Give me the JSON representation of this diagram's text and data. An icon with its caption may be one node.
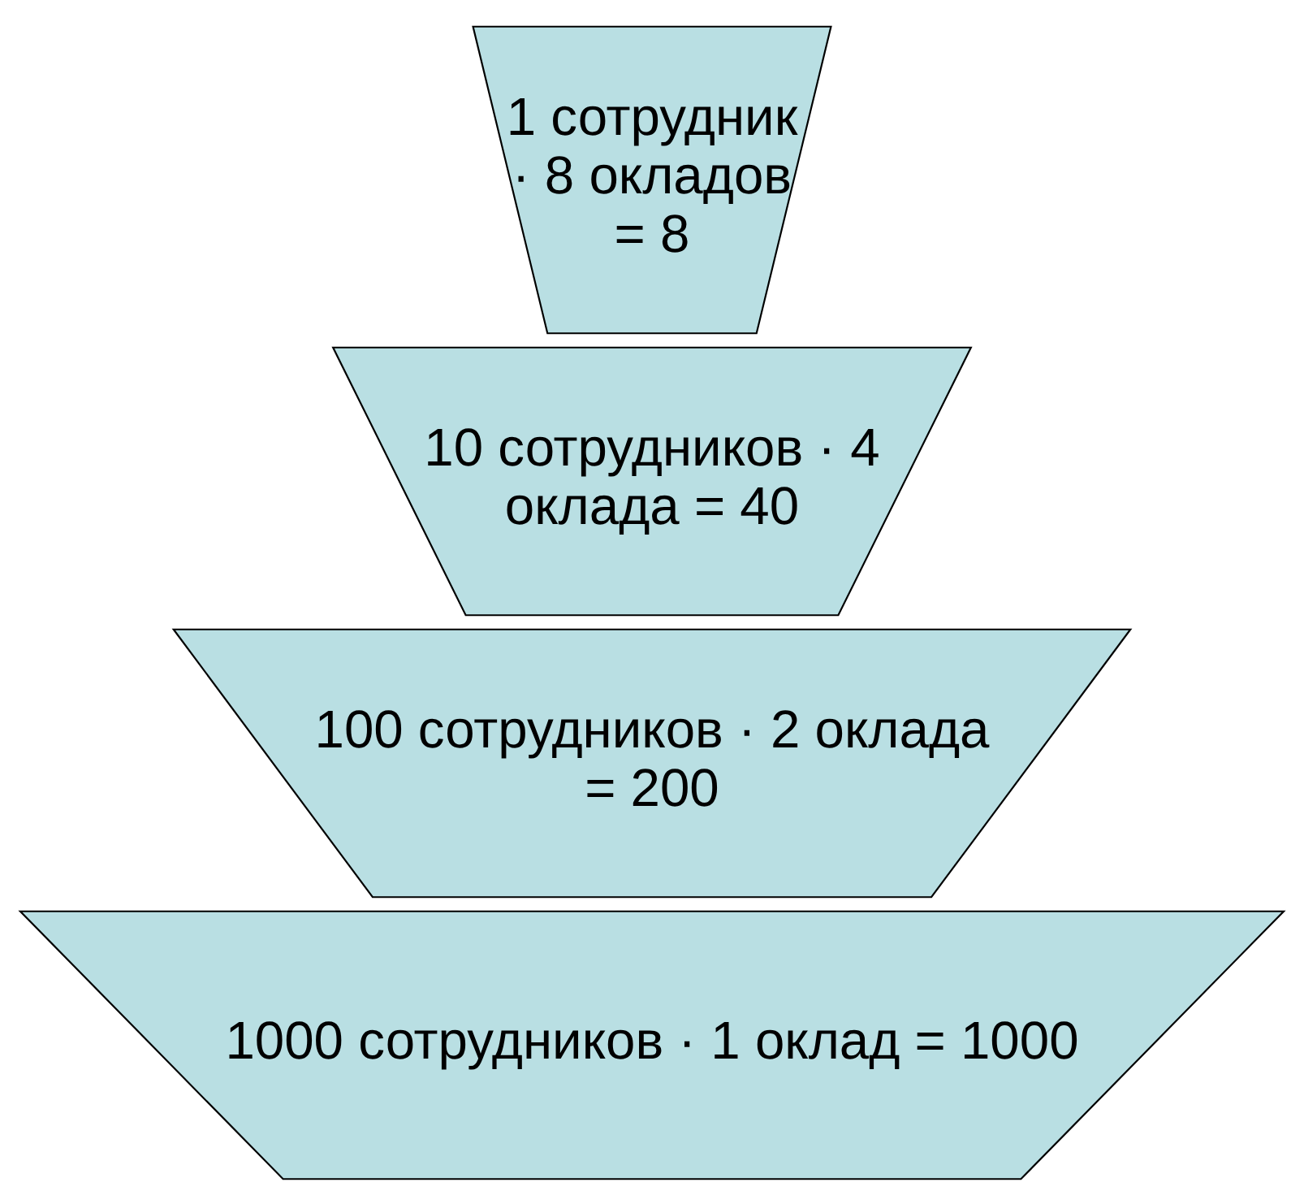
{
  "diagram": {
    "nodes": [
      {
        "text": [
          "1 сотрудник · 8 окладов = 8"
        ]
      },
      {
        "text": [
          "10 сотрудников · 4 оклада = 40"
        ]
      },
      {
        "text": [
          "100 сотрудников · 2 оклада = 200"
        ]
      },
      {
        "text": [
          "1000 сотрудников · 1 оклад = 1000"
        ]
      }
    ]
  }
}
